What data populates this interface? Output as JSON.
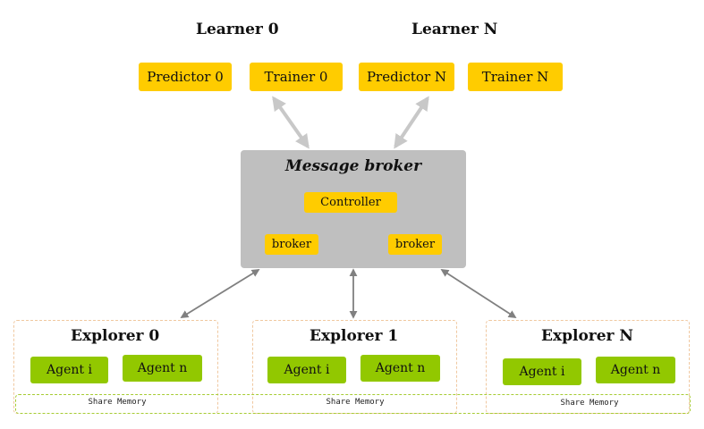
{
  "learners": [
    {
      "title": "Learner 0",
      "predictor": "Predictor 0",
      "trainer": "Trainer 0"
    },
    {
      "title": "Learner N",
      "predictor": "Predictor N",
      "trainer": "Trainer N"
    }
  ],
  "broker": {
    "title": "Message broker",
    "controller": "Controller",
    "broker_left": "broker",
    "broker_right": "broker"
  },
  "explorers": [
    {
      "title": "Explorer 0",
      "agent_a": "Agent i",
      "agent_b": "Agent n"
    },
    {
      "title": "Explorer 1",
      "agent_a": "Agent i",
      "agent_b": "Agent n"
    },
    {
      "title": "Explorer N",
      "agent_a": "Agent i",
      "agent_b": "Agent n"
    }
  ],
  "share_memory": "Share Memory",
  "colors": {
    "yellow": "#ffcc00",
    "green": "#92c800",
    "panel_gray": "#bfbfbf",
    "arrow_gray": "#808080",
    "explorer_border": "#f0c8a0",
    "share_border": "#a6cc33"
  }
}
